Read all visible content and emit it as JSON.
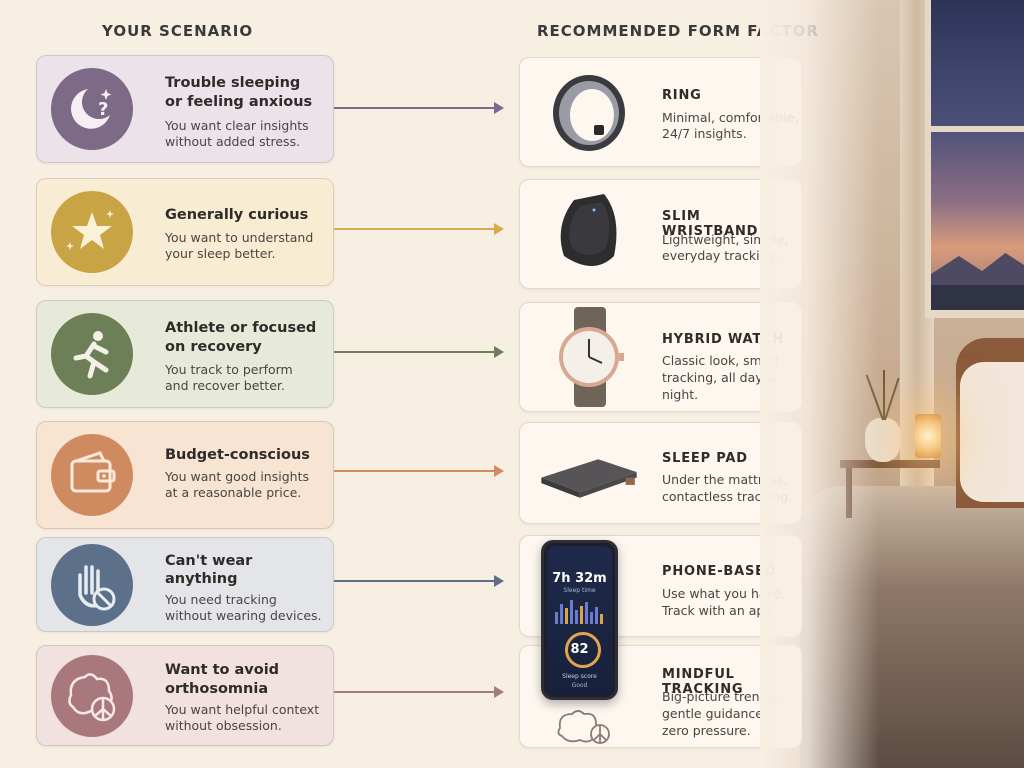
{
  "headings": {
    "left": "YOUR SCENARIO",
    "right": "RECOMMENDED FORM FACTOR"
  },
  "scenarios": [
    {
      "title_1": "Trouble sleeping",
      "title_2": "or feeling anxious",
      "desc_1": "You want clear insights",
      "desc_2": "without added stress.",
      "icon": "moon-question-icon",
      "color": "#7c6a86",
      "bg": "#ece3ea",
      "arrow": "#7a6a8e"
    },
    {
      "title_1": "Generally curious",
      "title_2": "",
      "desc_1": "You want to understand",
      "desc_2": "your sleep better.",
      "icon": "star-icon",
      "color": "#c9a445",
      "bg": "#f8ecd3",
      "arrow": "#d9aa4c"
    },
    {
      "title_1": "Athlete or focused",
      "title_2": "on recovery",
      "desc_1": "You track to perform",
      "desc_2": "and recover better.",
      "icon": "runner-icon",
      "color": "#6d7f56",
      "bg": "#e8ead9",
      "arrow": "#6f7f5a"
    },
    {
      "title_1": "Budget-conscious",
      "title_2": "",
      "desc_1": "You want good insights",
      "desc_2": "at a reasonable price.",
      "icon": "wallet-icon",
      "color": "#d08a5f",
      "bg": "#f7e4d3",
      "arrow": "#d48c5e"
    },
    {
      "title_1": "Can't wear",
      "title_2": "anything",
      "desc_1": "You need tracking",
      "desc_2": "without wearing devices.",
      "icon": "hand-prohibited-icon",
      "color": "#5d7089",
      "bg": "#e3e5e8",
      "arrow": "#5f6f8a"
    },
    {
      "title_1": "Want to avoid",
      "title_2": "orthosomnia",
      "desc_1": "You want helpful context",
      "desc_2": "without obsession.",
      "icon": "brain-peace-icon",
      "color": "#a9787e",
      "bg": "#f1e1df",
      "arrow": "#a57a80"
    }
  ],
  "form_factors": [
    {
      "title": "RING",
      "desc_1": "Minimal, comfortable,",
      "desc_2": "24/7 insights.",
      "desc_3": "",
      "icon": "ring-icon"
    },
    {
      "title": "SLIM WRISTBAND",
      "desc_1": "Lightweight, simple,",
      "desc_2": "everyday tracking.",
      "desc_3": "",
      "icon": "wristband-icon"
    },
    {
      "title": "HYBRID WATCH",
      "desc_1": "Classic look, smart",
      "desc_2": "tracking, all day & night.",
      "desc_3": "",
      "icon": "watch-icon"
    },
    {
      "title": "SLEEP PAD",
      "desc_1": "Under the mattress,",
      "desc_2": "contactless tracking.",
      "desc_3": "",
      "icon": "sleep-pad-icon"
    },
    {
      "title": "PHONE-BASED",
      "desc_1": "Use what you have.",
      "desc_2": "Track with an app.",
      "desc_3": "",
      "icon": "phone-icon"
    },
    {
      "title": "MINDFUL TRACKING",
      "desc_1": "Big-picture trends,",
      "desc_2": "gentle guidance,",
      "desc_3": "zero pressure.",
      "icon": "brain-peace-icon"
    }
  ],
  "phone": {
    "time": "7h 32m",
    "time_label": "Sleep time",
    "score": "82",
    "score_label": "Sleep score",
    "score_rating": "Good"
  }
}
